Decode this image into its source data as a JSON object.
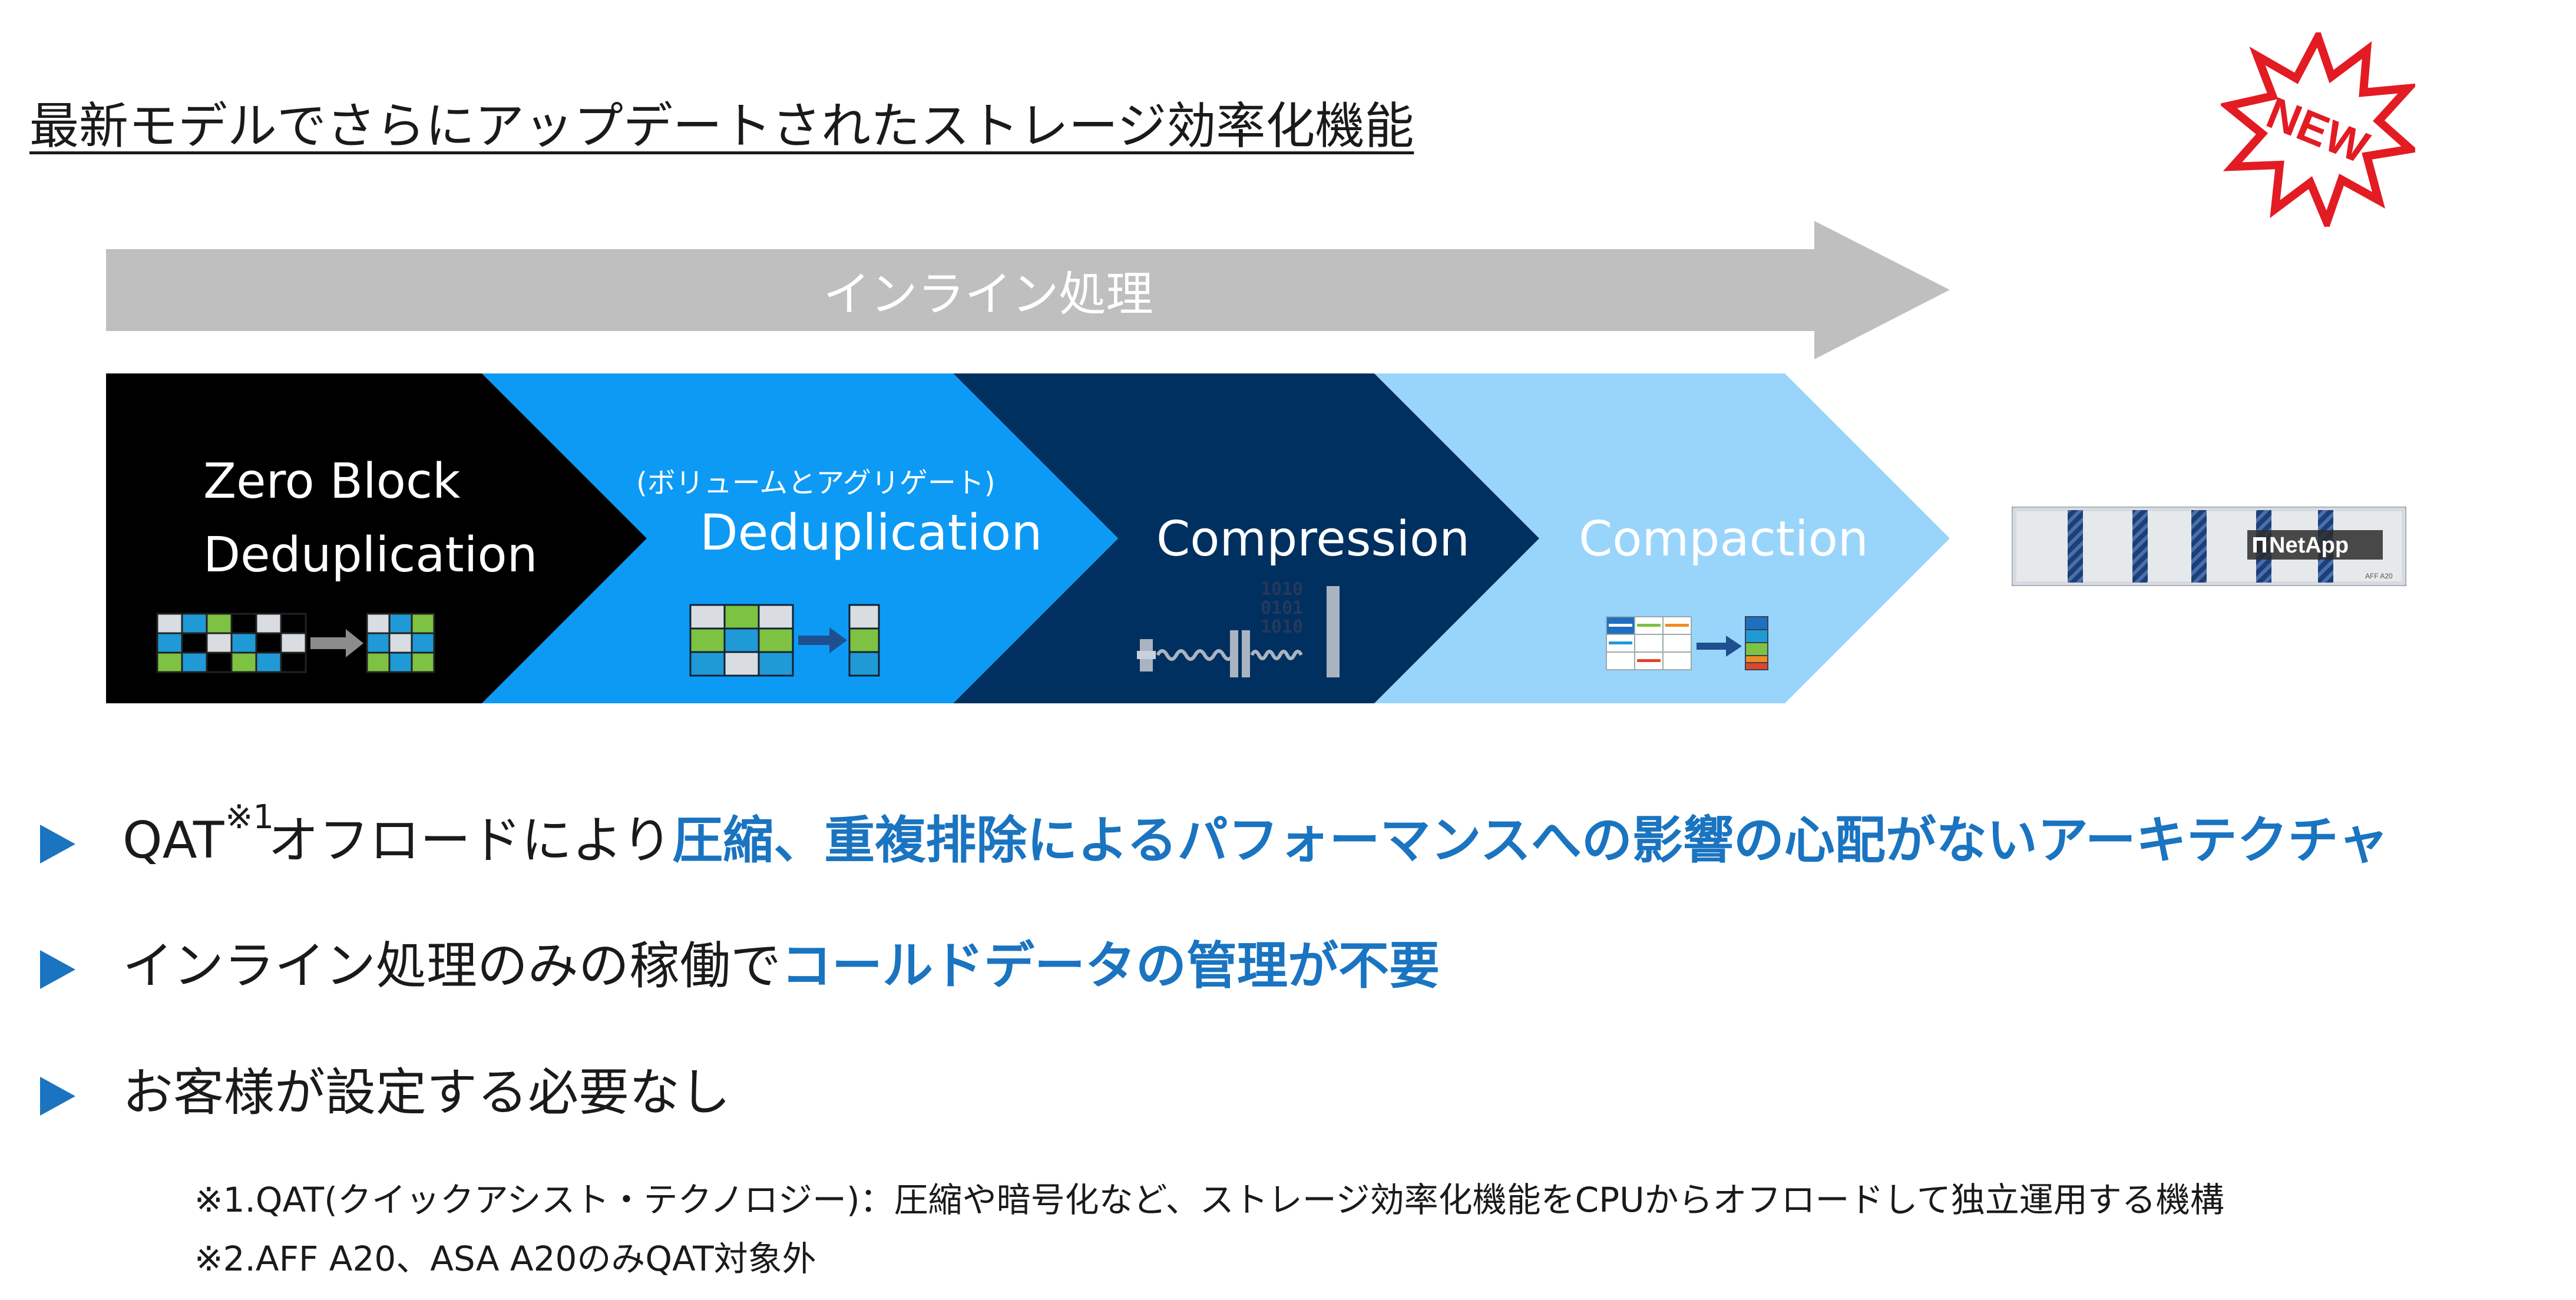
{
  "title": "最新モデルでさらにアップデートされたストレージ効率化機能",
  "badge": {
    "label": "NEW",
    "color": "#e31b23"
  },
  "inline_arrow": {
    "label": "インライン処理",
    "color": "#bfbfbf"
  },
  "stages": [
    {
      "line1": "Zero Block",
      "line2": "Deduplication",
      "color": "#000000"
    },
    {
      "sub": "(ボリュームとアグリゲート)",
      "label": "Deduplication",
      "color": "#0c9af5"
    },
    {
      "label": "Compression",
      "color": "#003060"
    },
    {
      "label": "Compaction",
      "color": "#99d5fb"
    }
  ],
  "compression_bits": [
    "1010",
    "0101",
    "1010"
  ],
  "storage": {
    "brand": "NetApp",
    "model": "AFF A20"
  },
  "bullets": [
    {
      "prefix": "QAT",
      "sup": "※1",
      "middle": "オフロードにより",
      "highlight": "圧縮、重複排除によるパフォーマンスへの影響の心配がないアーキテクチャ"
    },
    {
      "prefix": "インライン処理のみの稼働で",
      "highlight": "コールドデータの管理が不要"
    },
    {
      "prefix": "お客様が設定する必要なし"
    }
  ],
  "footnotes": [
    "※1.QAT(クイックアシスト・テクノロジー)：圧縮や暗号化など、ストレージ効率化機能をCPUからオフロードして独立運用する機構",
    "※2.AFF A20、ASA A20のみQAT対象外"
  ],
  "colors": {
    "accent_blue": "#1a74c0",
    "tile_blue": "#1f9ad6",
    "tile_green": "#7dc242",
    "tile_gray": "#d9dde2"
  }
}
